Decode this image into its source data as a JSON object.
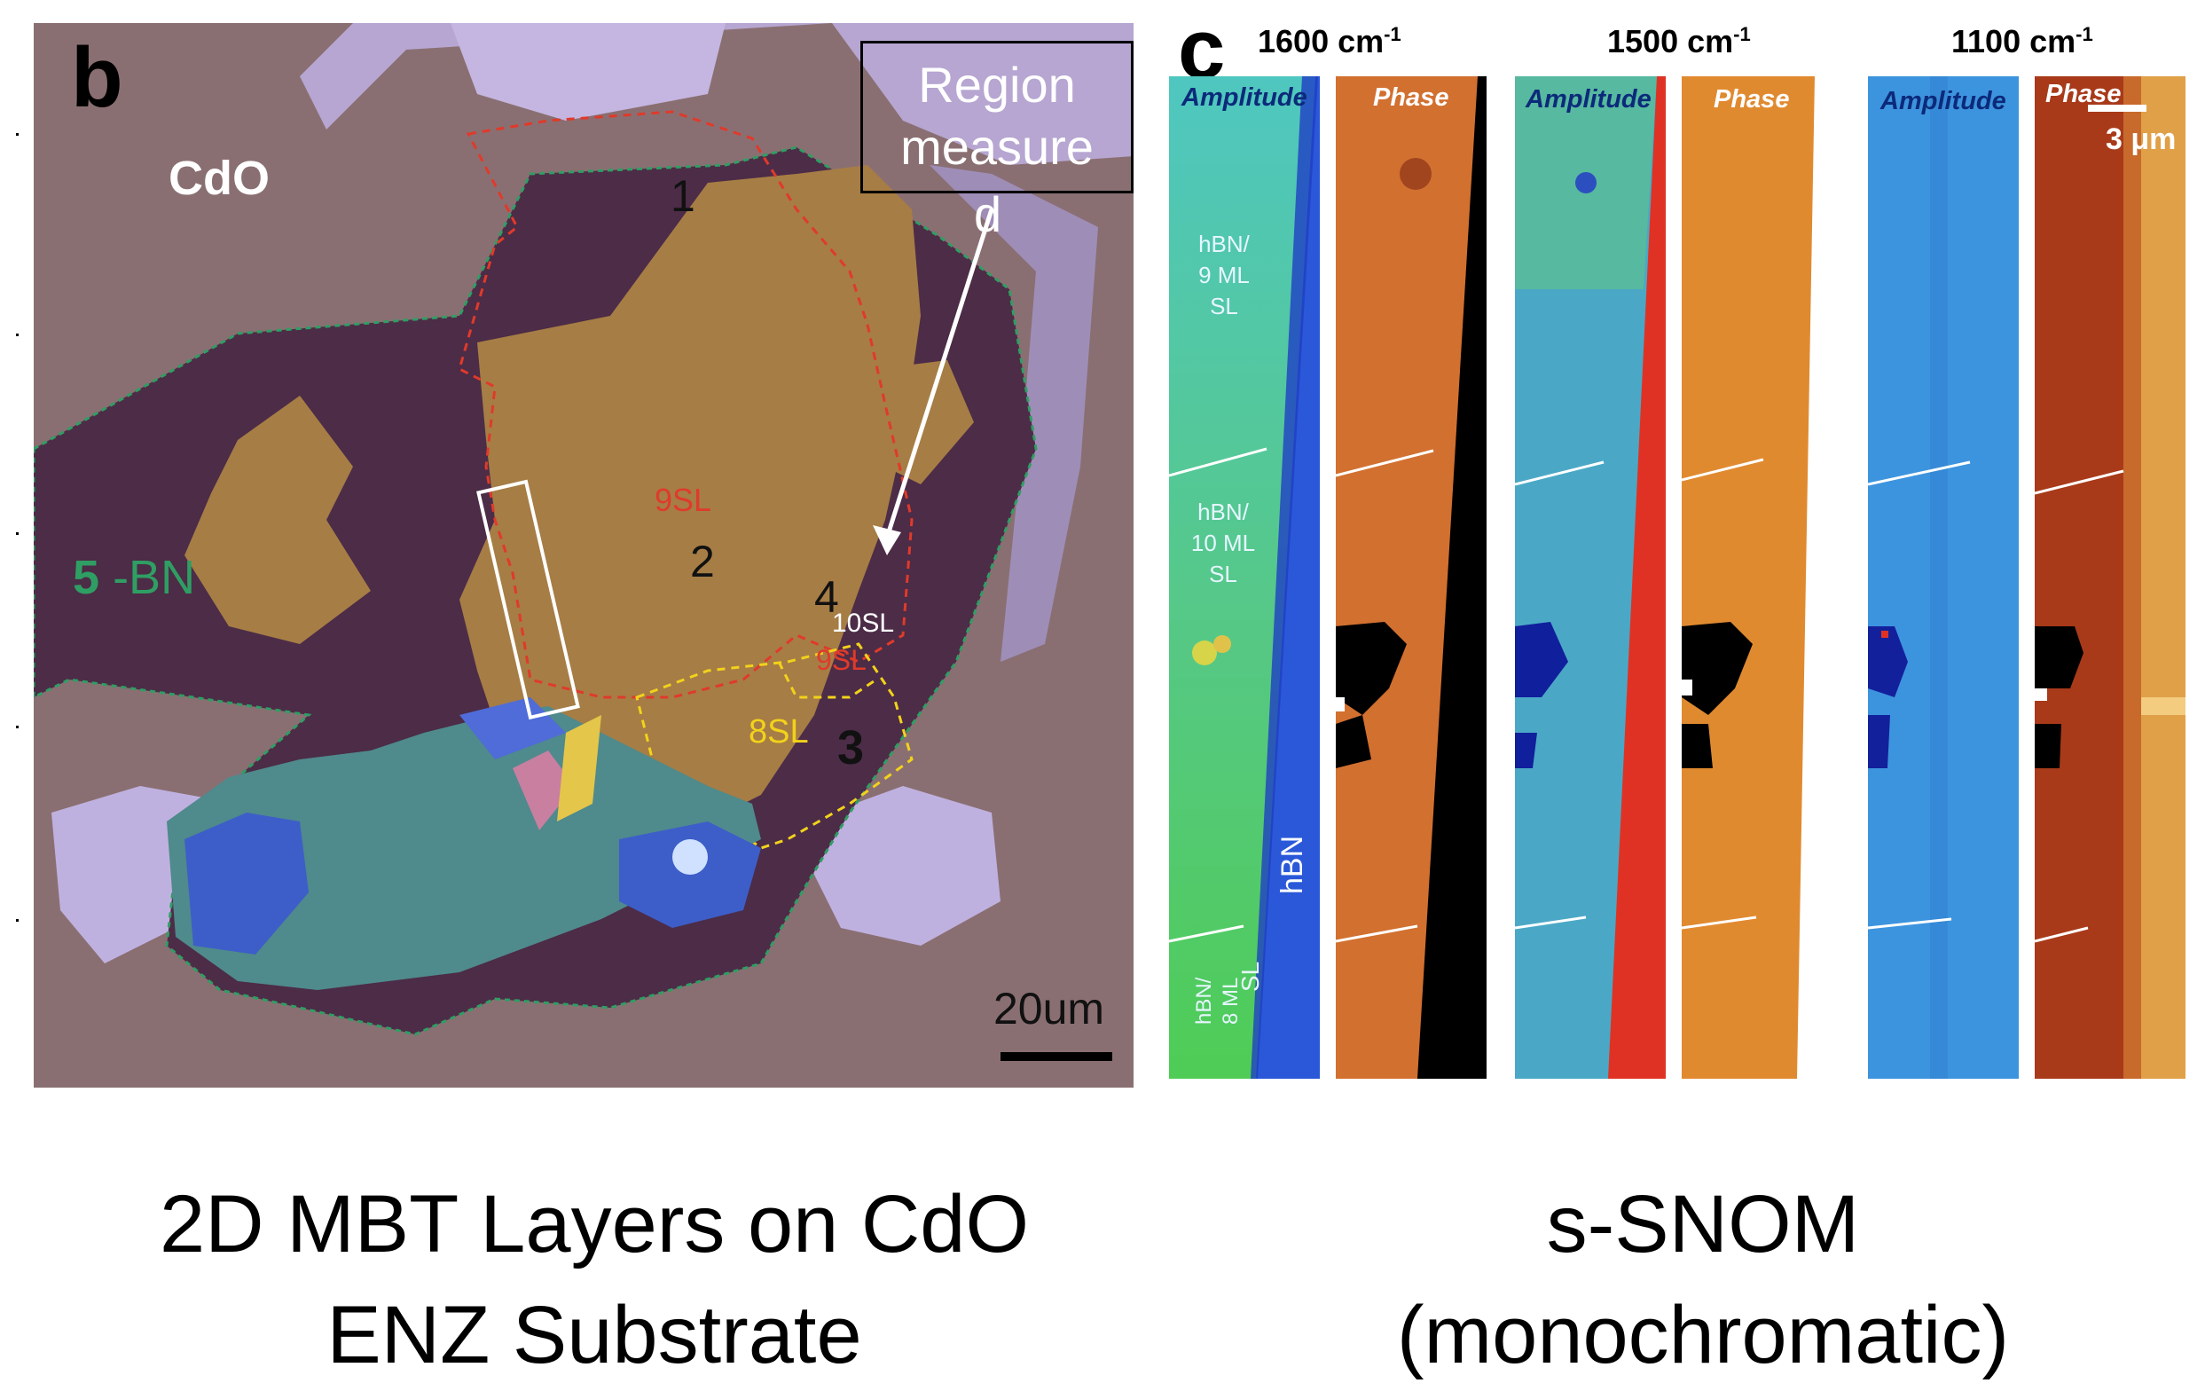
{
  "panel_b": {
    "letter": "b",
    "substrate_label": "CdO",
    "bn_label_number": "5",
    "bn_label_text": "-BN",
    "region_box_line1": "Region",
    "region_box_line2": "measure",
    "region_box_line3": "d",
    "points": [
      "1",
      "2",
      "3",
      "4"
    ],
    "thickness_labels": {
      "nine_sl_a": "9SL",
      "ten_sl": "10SL",
      "nine_sl_b": "9SL",
      "eight_sl": "8SL"
    },
    "scale_bar_label": "20um",
    "colors": {
      "substrate": "#8a6f72",
      "bn": "#4c2c47",
      "mbt": "#a67d45",
      "bn_outline": "#2f9e63",
      "sl9_outline": "#e03a2a",
      "sl8_outline": "#f2d21a"
    }
  },
  "panel_c": {
    "letter": "c",
    "frequencies": [
      {
        "value": "1600 cm",
        "sup": "-1"
      },
      {
        "value": "1500 cm",
        "sup": "-1"
      },
      {
        "value": "1100 cm",
        "sup": "-1"
      }
    ],
    "map_titles": [
      "Amplitude",
      "Phase",
      "Amplitude",
      "Phase",
      "Amplitude",
      "Phase"
    ],
    "region_labels": {
      "hbn_9ml": [
        "hBN/",
        "9 ML",
        "SL"
      ],
      "hbn_10ml": [
        "hBN/",
        "10 ML",
        "SL"
      ],
      "hbn_8ml": [
        "hBN/",
        "8 ML"
      ],
      "sl": "SL",
      "hbn": "hBN"
    },
    "scale_bar_label": "3 μm"
  },
  "captions": {
    "left_line1": "2D MBT Layers on CdO",
    "left_line2": "ENZ Substrate",
    "right_line1": "s-SNOM",
    "right_line2": "(monochromatic)"
  }
}
